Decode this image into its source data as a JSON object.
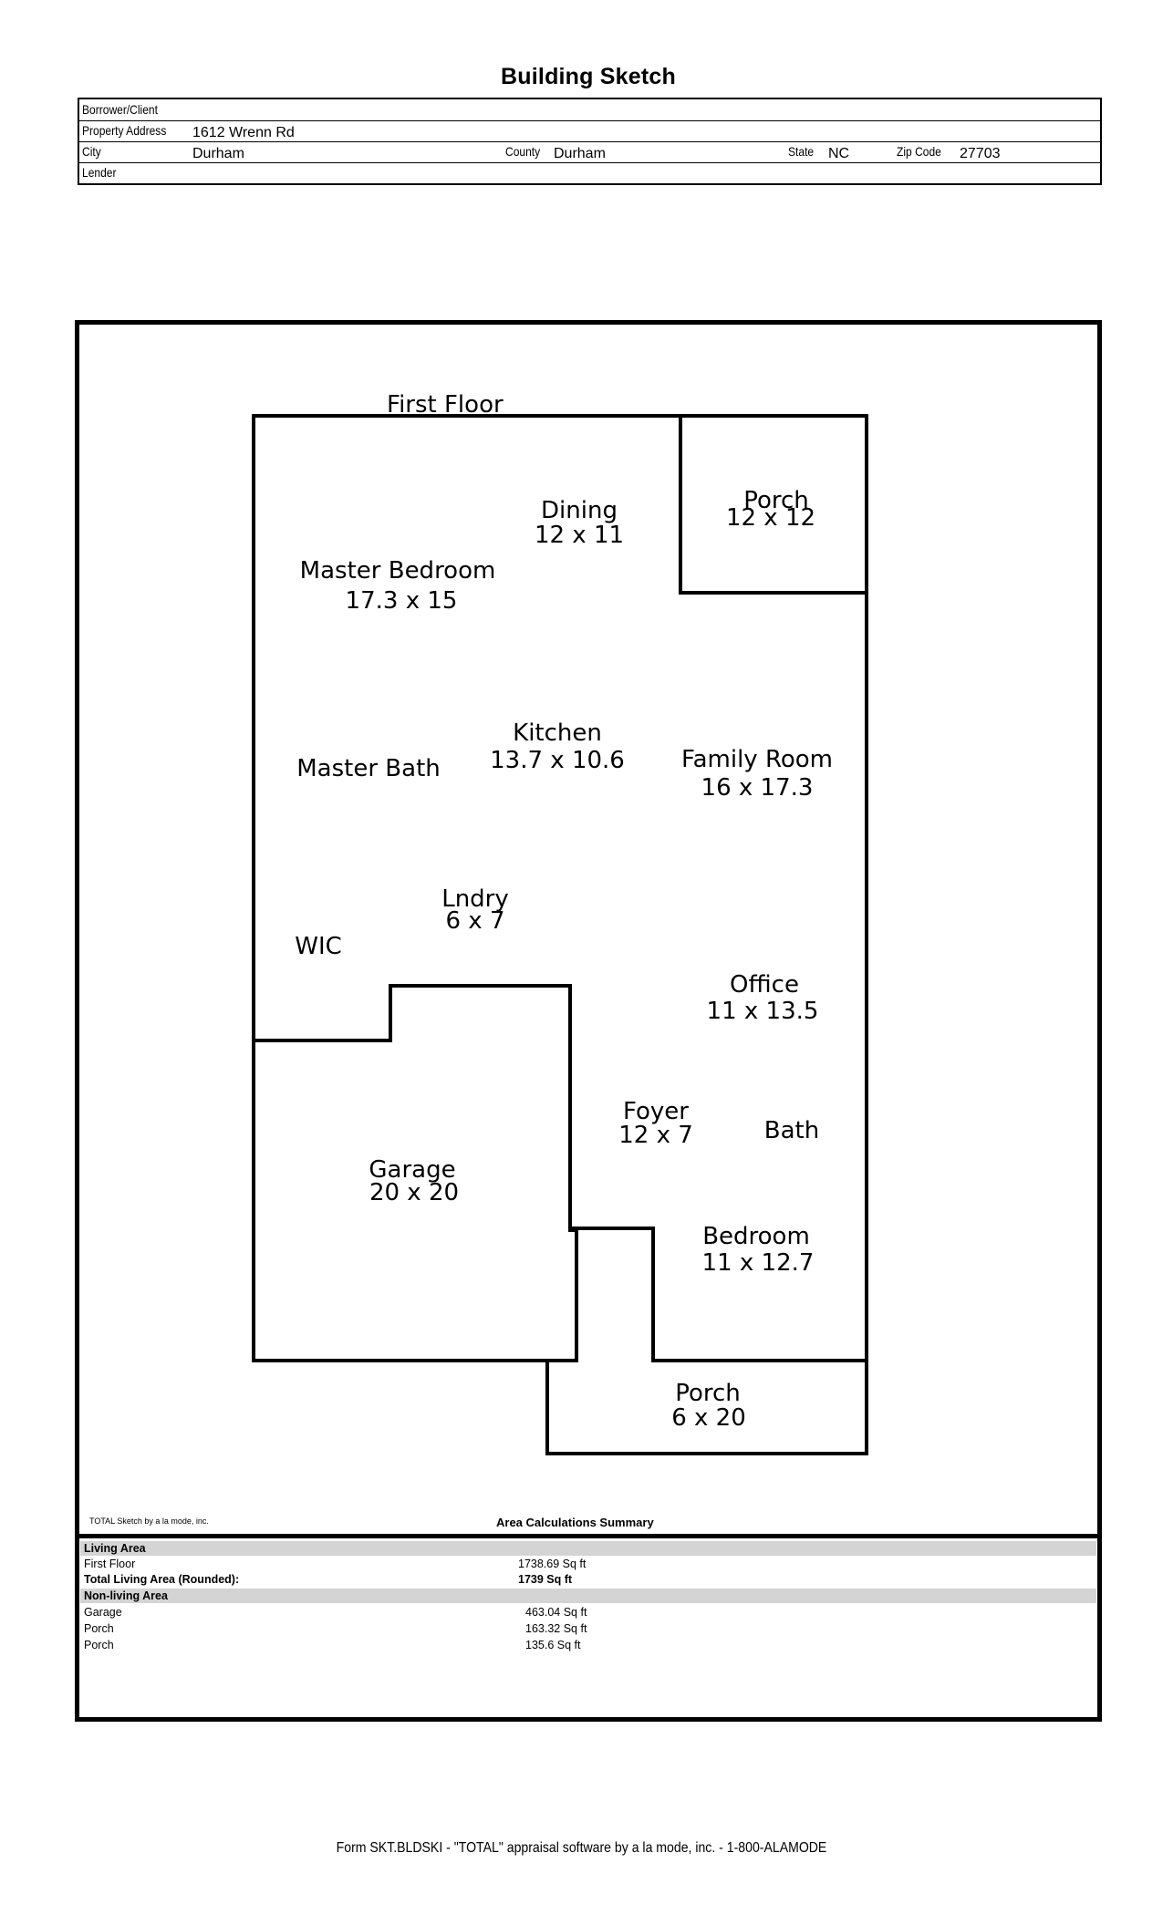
{
  "title": "Building Sketch",
  "header": {
    "borrower_label": "Borrower/Client",
    "borrower_value": "",
    "address_label": "Property Address",
    "address_value": "1612 Wrenn Rd",
    "city_label": "City",
    "city_value": "Durham",
    "county_label": "County",
    "county_value": "Durham",
    "state_label": "State",
    "state_value": "NC",
    "zip_label": "Zip Code",
    "zip_value": "27703",
    "lender_label": "Lender",
    "lender_value": ""
  },
  "floor_label": "First Floor",
  "rooms": {
    "dining": {
      "name": "Dining",
      "dims": "12 x 11"
    },
    "porch_top": {
      "name": "Porch",
      "dims": "12 x 12"
    },
    "master_bedroom": {
      "name": "Master Bedroom",
      "dims": "17.3 x 15"
    },
    "kitchen": {
      "name": "Kitchen",
      "dims": "13.7 x 10.6"
    },
    "master_bath": {
      "name": "Master Bath"
    },
    "family_room": {
      "name": "Family Room",
      "dims": "16 x 17.3"
    },
    "laundry": {
      "name": "Lndry",
      "dims": "6 x 7"
    },
    "wic": {
      "name": "WIC"
    },
    "office": {
      "name": "Office",
      "dims": "11 x 13.5"
    },
    "foyer": {
      "name": "Foyer",
      "dims": "12 x 7"
    },
    "bath": {
      "name": "Bath"
    },
    "garage": {
      "name": "Garage",
      "dims": "20 x 20"
    },
    "bedroom": {
      "name": "Bedroom",
      "dims": "11 x 12.7"
    },
    "porch_bottom": {
      "name": "Porch",
      "dims": "6 x 20"
    }
  },
  "credit": "TOTAL Sketch by a la mode, inc.",
  "summary": {
    "title": "Area Calculations Summary",
    "living_header": "Living Area",
    "first_floor_label": "First Floor",
    "first_floor_value": "1738.69 Sq ft",
    "total_label": "Total Living Area (Rounded):",
    "total_value": "1739 Sq ft",
    "nonliving_header": "Non-living Area",
    "garage_label": "Garage",
    "garage_value": "463.04 Sq ft",
    "porch1_label": "Porch",
    "porch1_value": "163.32 Sq ft",
    "porch2_label": "Porch",
    "porch2_value": "135.6 Sq ft"
  },
  "footer": "Form SKT.BLDSKI - \"TOTAL\" appraisal software by a la mode, inc. - 1-800-ALAMODE"
}
